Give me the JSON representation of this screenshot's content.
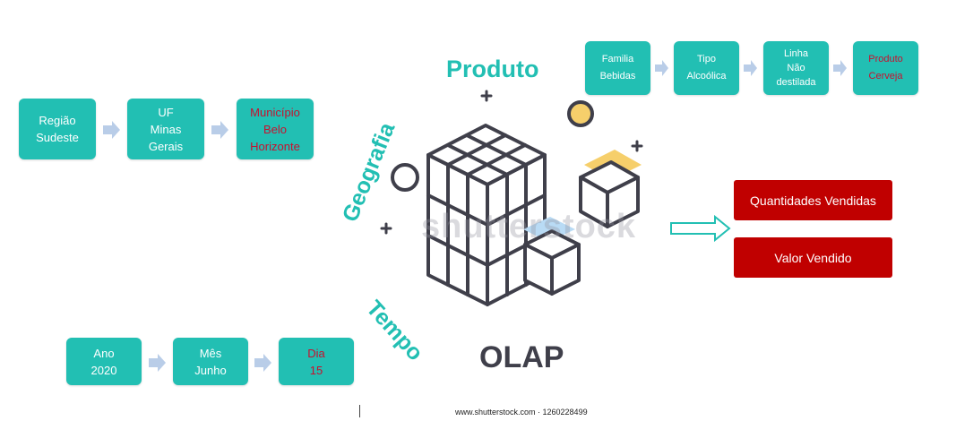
{
  "produto": {
    "title": "Produto",
    "boxes": [
      {
        "l1": "Familia",
        "l2": "Bebidas"
      },
      {
        "l1": "Tipo",
        "l2": "Alcoólica"
      },
      {
        "l1": "Linha",
        "l2": "Não",
        "l3": "destilada"
      },
      {
        "l1": "Produto",
        "l2": "Cerveja"
      }
    ]
  },
  "geografia": {
    "title": "Geografia",
    "boxes": [
      {
        "l1": "Região",
        "l2": "Sudeste"
      },
      {
        "l1": "UF",
        "l2": "Minas",
        "l3": "Gerais"
      },
      {
        "l1": "Município",
        "l2": "Belo",
        "l3": "Horizonte"
      }
    ]
  },
  "tempo": {
    "title": "Tempo",
    "boxes": [
      {
        "l1": "Ano",
        "l2": "2020"
      },
      {
        "l1": "Mês",
        "l2": "Junho"
      },
      {
        "l1": "Dia",
        "l2": "15"
      }
    ]
  },
  "center": {
    "olap": "OLAP",
    "watermark": "shutterstock"
  },
  "measures": [
    "Quantidades Vendidas",
    "Valor Vendido"
  ],
  "footer": "www.shutterstock.com · 1260228499",
  "colors": {
    "teal": "#22bfb3",
    "red": "#c00000",
    "highlight_text": "#c8102e",
    "dark": "#3f3f4a"
  }
}
